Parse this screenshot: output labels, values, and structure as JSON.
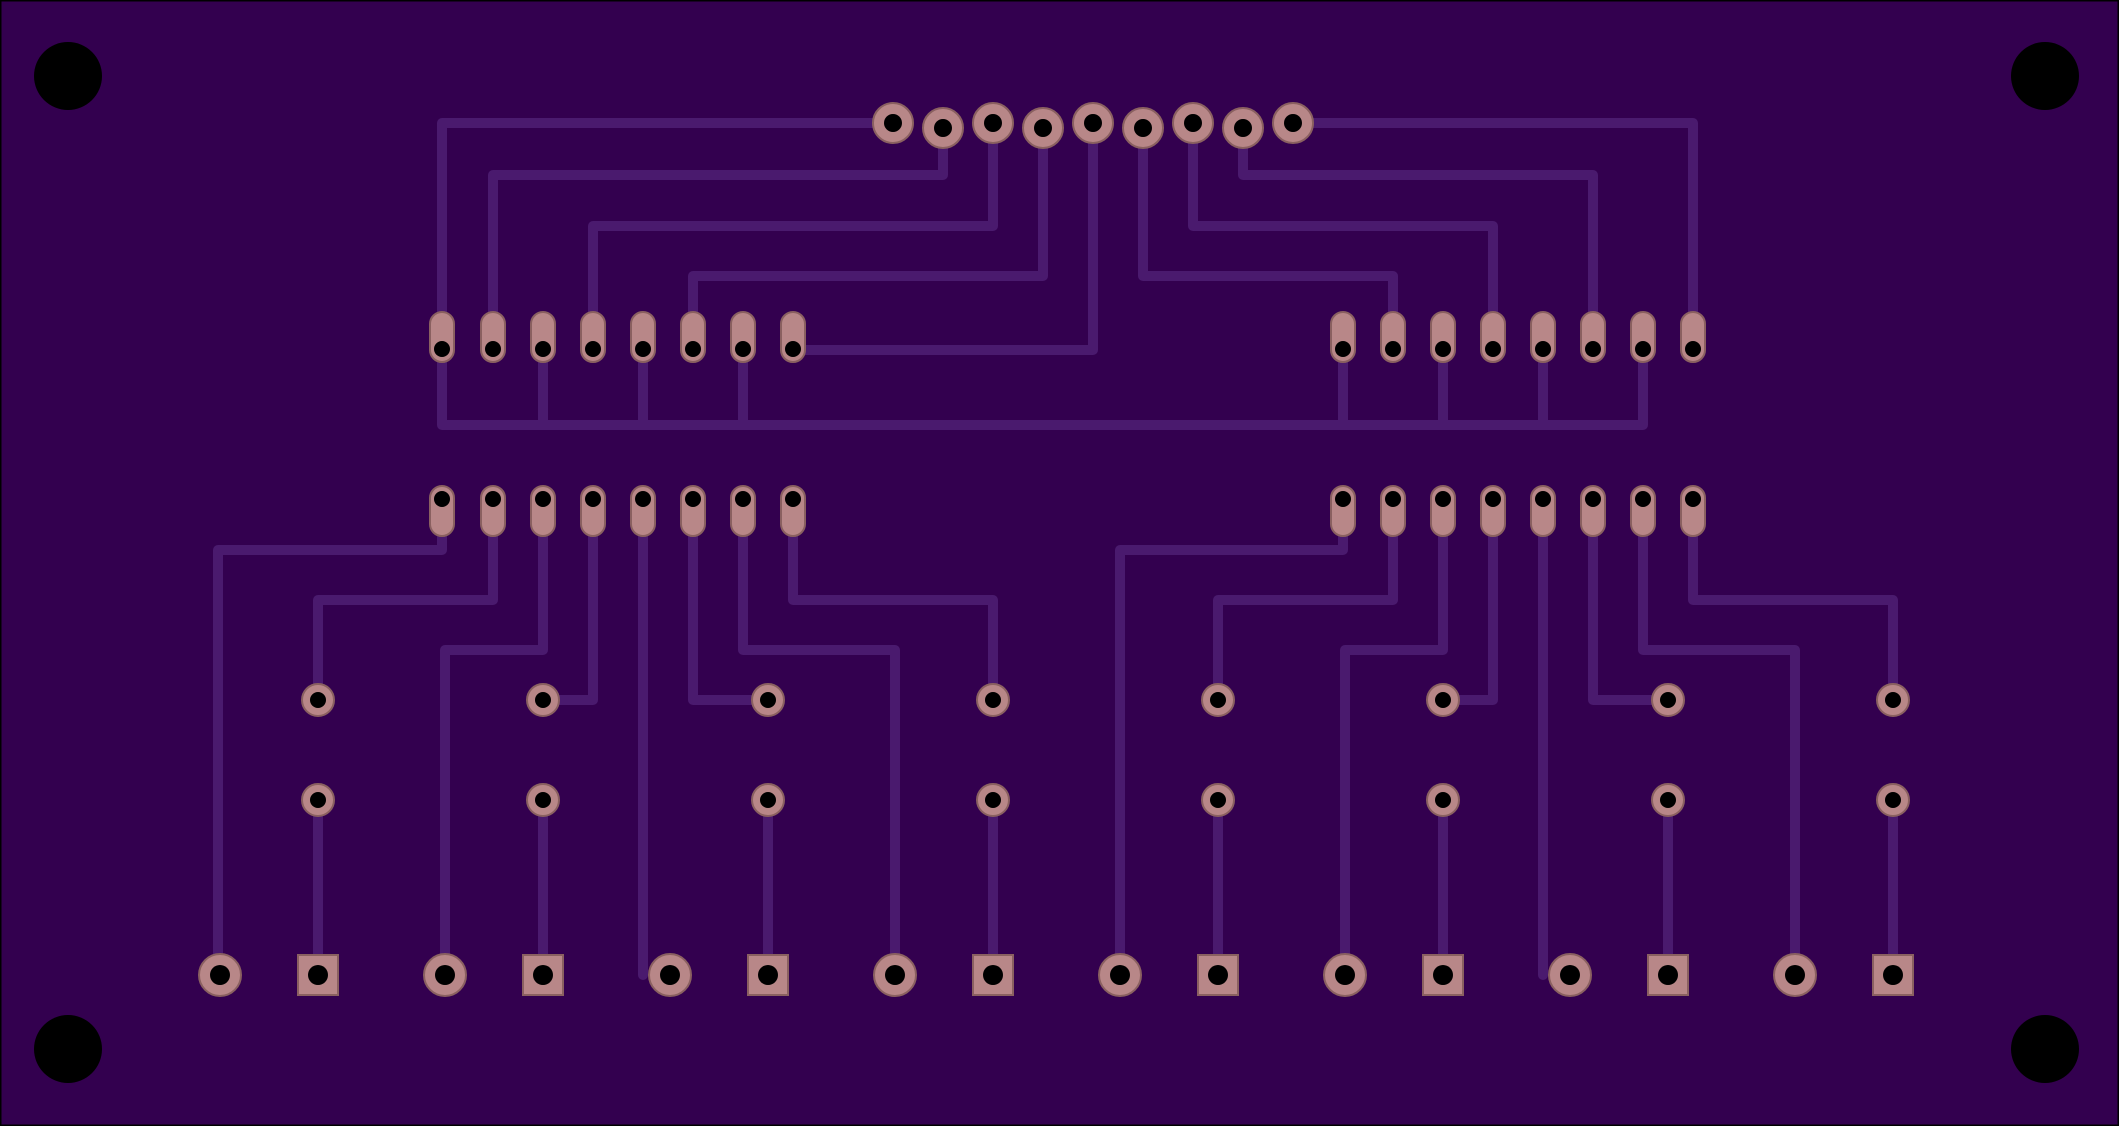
{
  "board": {
    "colors": {
      "substrate": "#33004f",
      "trace": "#4a1a6e",
      "pad": "#b88788",
      "pad_edge": "#8a6060",
      "hole": "#000000",
      "outline": "#000000"
    },
    "icons": {
      "mounting_hole": "mounting-hole-icon",
      "round_pad": "round-pad-icon",
      "square_pad": "square-pad-icon",
      "oval_pad": "oval-pad-icon"
    },
    "components": {
      "mounting_holes": 4,
      "header_pins": 9,
      "ic_packages": 4,
      "pins_per_package": 8,
      "resistor_pad_pairs": 16,
      "terminal_pairs": 16
    }
  }
}
